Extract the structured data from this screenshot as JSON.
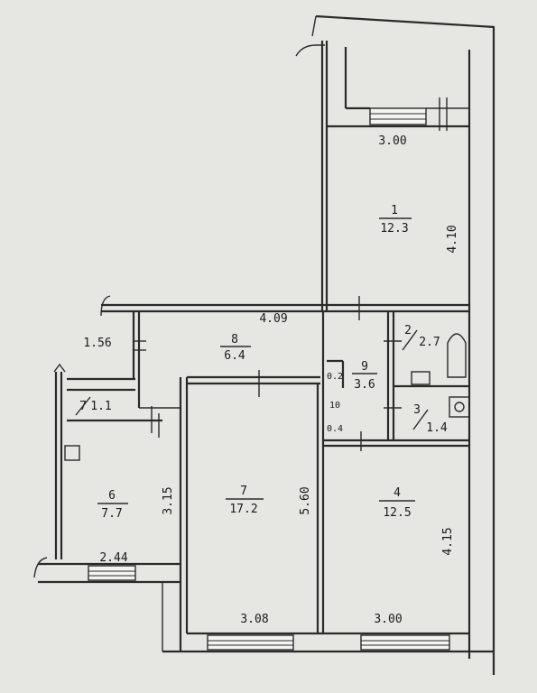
{
  "rooms": [
    {
      "id": "1",
      "area": "12.3"
    },
    {
      "id": "2",
      "area": "2.7"
    },
    {
      "id": "3",
      "area": "1.4"
    },
    {
      "id": "4",
      "area": "12.5"
    },
    {
      "id": "6",
      "area": "7.7"
    },
    {
      "id": "7",
      "area": "17.2"
    },
    {
      "id": "7",
      "area": "1.1"
    },
    {
      "id": "8",
      "area": "6.4"
    },
    {
      "id": "9",
      "area": "3.6"
    },
    {
      "id": "10",
      "area": "0.2"
    }
  ],
  "dimensions": {
    "room1_width": "3.00",
    "room1_length": "4.10",
    "corridor_width": "4.09",
    "stair_width": "1.56",
    "room6_length": "3.15",
    "room6_width": "2.44",
    "room7_length": "5.60",
    "room7_width": "3.08",
    "room4_width": "3.00",
    "room4_length": "4.15",
    "small_04": "0.4"
  }
}
